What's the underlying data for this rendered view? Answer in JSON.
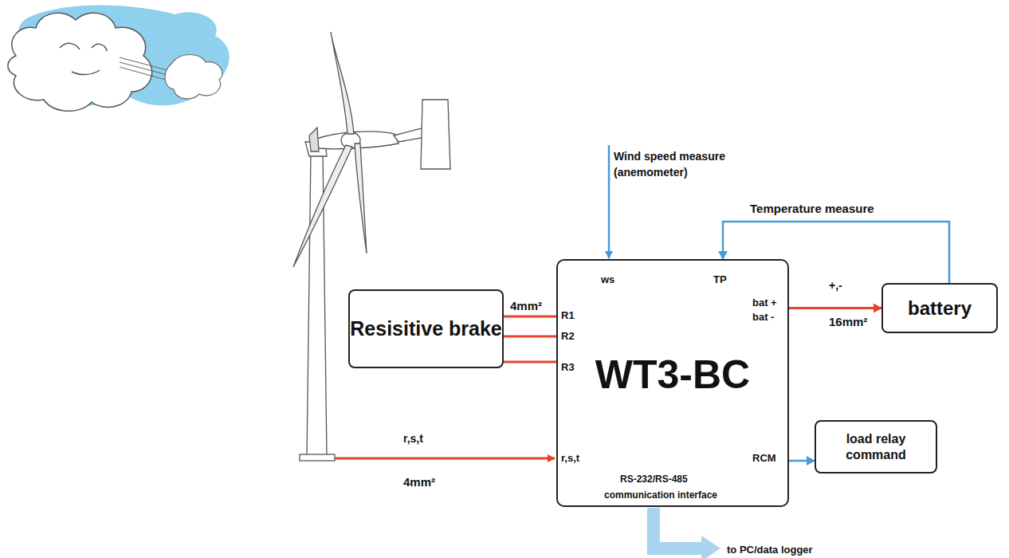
{
  "diagram": {
    "nodes": [
      {
        "text": [
          "Resisitive brake"
        ]
      },
      {
        "text": [
          "WT3-BC"
        ]
      },
      {
        "text": [
          "battery"
        ]
      },
      {
        "text": [
          "load relay command"
        ]
      }
    ],
    "edges": [
      {
        "from": 0,
        "to": 1,
        "arrow": "none",
        "label": "4mm²"
      },
      {
        "from": 0,
        "to": 1,
        "arrow": "none"
      },
      {
        "from": 0,
        "to": 1,
        "arrow": "none"
      },
      {
        "from": 1,
        "to": 2,
        "arrow": "to",
        "label": "16mm²"
      },
      {
        "from": 2,
        "to": 1,
        "arrow": "to",
        "label": "Temperature measure"
      },
      {
        "from": 1,
        "to": 3,
        "arrow": "to"
      }
    ],
    "labels": [
      "Wind speed measure (anemometer)",
      "ws",
      "TP",
      "R1",
      "R2",
      "R3",
      "r,s,t",
      "4mm²",
      "r,s,t",
      "bat +",
      "bat -",
      "+,-",
      "RCM",
      "RS-232/RS-485",
      "communication interface",
      "to PC/data logger"
    ]
  }
}
